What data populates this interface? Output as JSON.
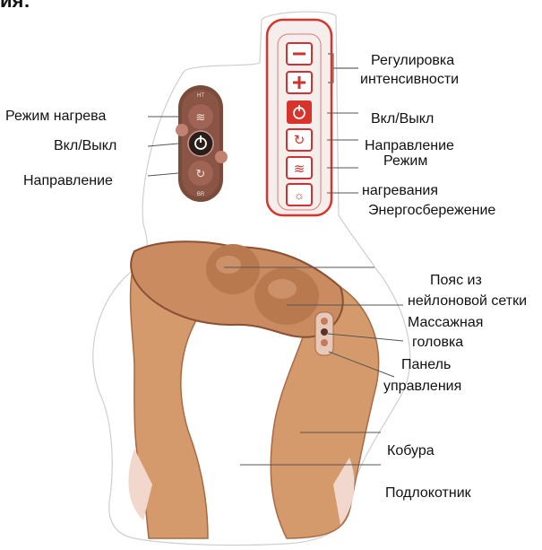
{
  "header_fragment": "ия:",
  "remote_small": {
    "top_mark": "HT",
    "bottom_mark": "BR",
    "labels": {
      "heat_mode": "Режим нагрева",
      "power": "Вкл/Выкл",
      "direction": "Направление"
    }
  },
  "remote_large": {
    "labels": {
      "intensity_line1": "Регулировка",
      "intensity_line2": "интенсивности",
      "power": "Вкл/Выкл",
      "direction": "Направление",
      "heat_line1": "Режим",
      "heat_line2": "нагревания",
      "energy_saving": "Энергосбережение"
    }
  },
  "massager": {
    "labels": {
      "mesh_line1": "Пояс из",
      "mesh_line2": "нейлоновой сетки",
      "head_line1": "Массажная",
      "head_line2": "головка",
      "panel_line1": "Панель",
      "panel_line2": "управления",
      "holster": "Кобура",
      "armrest": "Подлокотник"
    }
  },
  "colors": {
    "body_tan": "#d49a6c",
    "body_light": "#e9bd96",
    "body_dark": "#a86a45",
    "panel_red": "#d9342b",
    "remote_brown": "#7a4a3a",
    "remote_button": "#a06455"
  }
}
